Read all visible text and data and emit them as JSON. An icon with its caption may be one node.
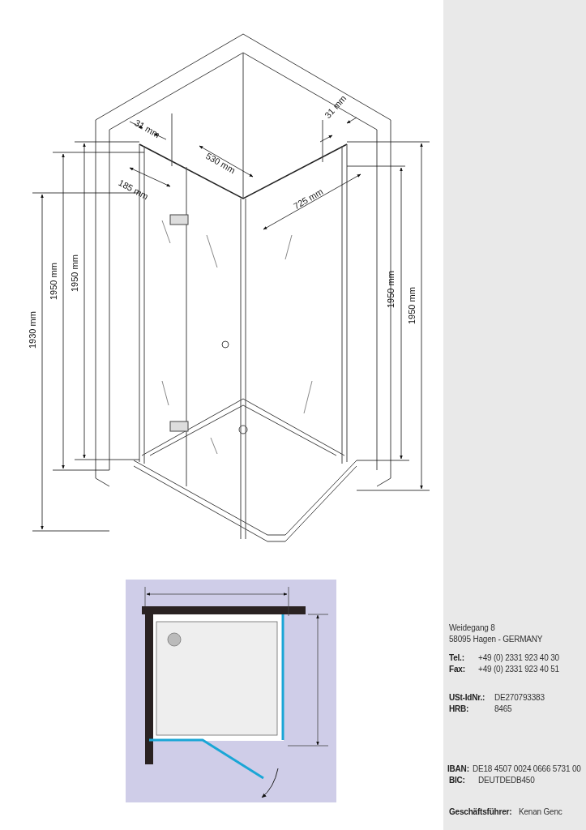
{
  "diagram": {
    "labels": [
      "31 mm",
      "31 mm",
      "530 mm",
      "185 mm",
      "725 mm",
      "1950 mm",
      "1950 mm",
      "1930 mm",
      "1950 mm",
      "1950 mm",
      "Weidegang 8",
      "58095 Hagen - GERMANY",
      "Tel.:",
      "+49 (0) 2331 923 40 30",
      "Fax:",
      "+49 (0) 2331 923 40 51",
      "USt-IdNr.:",
      "DE270793383",
      "HRB:",
      "8465",
      "IBAN:",
      "DE18 4507 0024 0666 5731 00",
      "BIC:",
      "DEUTDEDB450",
      "Geschäftsführer:",
      "Kenan Genc"
    ]
  }
}
